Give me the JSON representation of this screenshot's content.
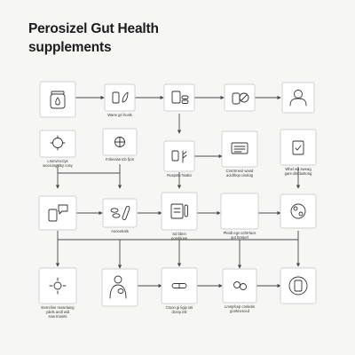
{
  "title": {
    "line1": "Perosizel Gut Health",
    "line2": "supplements"
  },
  "labels": {
    "r1c2": [
      "Wane gri hcals"
    ],
    "r2c1": [
      "Lsnnvrcrclys",
      "wocicing dsy cosy"
    ],
    "r2c2": [
      "Fohevias tcb fjcis"
    ],
    "r2c3": [
      "Ruspsto hsalto"
    ],
    "r2c4": [
      "Cmrtrmenl wand",
      "acidthop cisdoig"
    ],
    "r2c5": [
      "Whel wa sweag",
      "gare disclairtong"
    ],
    "r3c2": [
      "Aoocetrals"
    ],
    "r3c3": [
      "Sd bbnn",
      "poreliloas"
    ],
    "r3c4": [
      "Pleidt egv ochrrtacs",
      "gut bretjerl"
    ],
    "r4c1": [
      "Evsrcline rosselaing",
      "ydels andl wld",
      "sow tnoints"
    ],
    "r4c3": [
      "Ctoon gi ligip ioti",
      "dcrep inlt"
    ],
    "r4c4": [
      "Lmnpfcep cnnlebs",
      "gonlmerced"
    ]
  },
  "icons": {
    "r1c1": "supplement-bottle-drop-icon",
    "r1c2": "bottle-and-leaf-icon",
    "r1c3": "pill-bottle-capsules-icon",
    "r1c4": "bottle-with-leaf-icon",
    "r1c5": "person-bust-icon",
    "r2c1": "gut-bacteria-icon",
    "r2c2": "cell-structure-icon",
    "r2c3": "bottle-and-branch-icon",
    "r2c4": "checklist-card-icon",
    "r2c5": "clipboard-check-icon",
    "r3c1": "jar-with-speech-bubble-icon",
    "r3c2": "capsules-and-tube-icon",
    "r3c3": "clipboard-test-tube-icon",
    "r3c5": "digestive-cycle-icon",
    "r4c1": "sun-rays-icon",
    "r4c2": "person-with-stomach-icon",
    "r4c3": "pill-capsule-icon",
    "r4c4": "body-links-icon",
    "r4c5": "protected-bottle-icon"
  }
}
